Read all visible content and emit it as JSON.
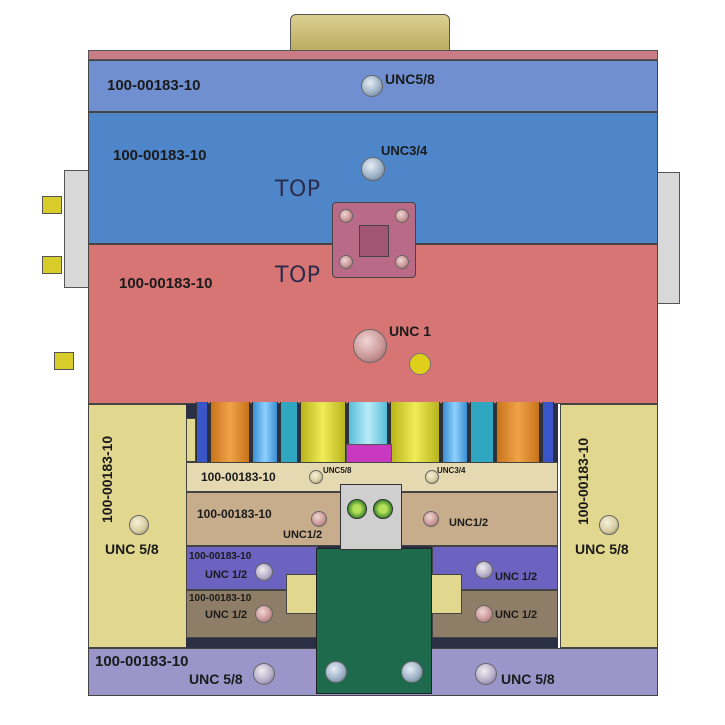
{
  "part_label": "100-00183-10",
  "top_text": "TOP",
  "thread_unc58": "UNC5/8",
  "thread_unc34": "UNC3/4",
  "thread_unc1": "UNC 1",
  "thread_unc58_spaced": "UNC 5/8",
  "thread_unc12": "UNC1/2",
  "thread_unc12_spaced": "UNC 1/2",
  "colors": {
    "top_clamp_plate": "#6f8fd0",
    "a_plate": "#4f86c9",
    "b_plate": "#d77575",
    "support_block": "#e1d78e",
    "ejector_plate": "#e5d9b2",
    "retainer_plate": "#c8ad8c",
    "small_plate": "#6c62c0",
    "small_plate_brown": "#8f7e67",
    "bottom_clamp_plate": "#9b95c9",
    "sprue_bushing": "#c9bb6a",
    "center_block": "#1e6a4c",
    "latch_block": "#b96a86"
  }
}
